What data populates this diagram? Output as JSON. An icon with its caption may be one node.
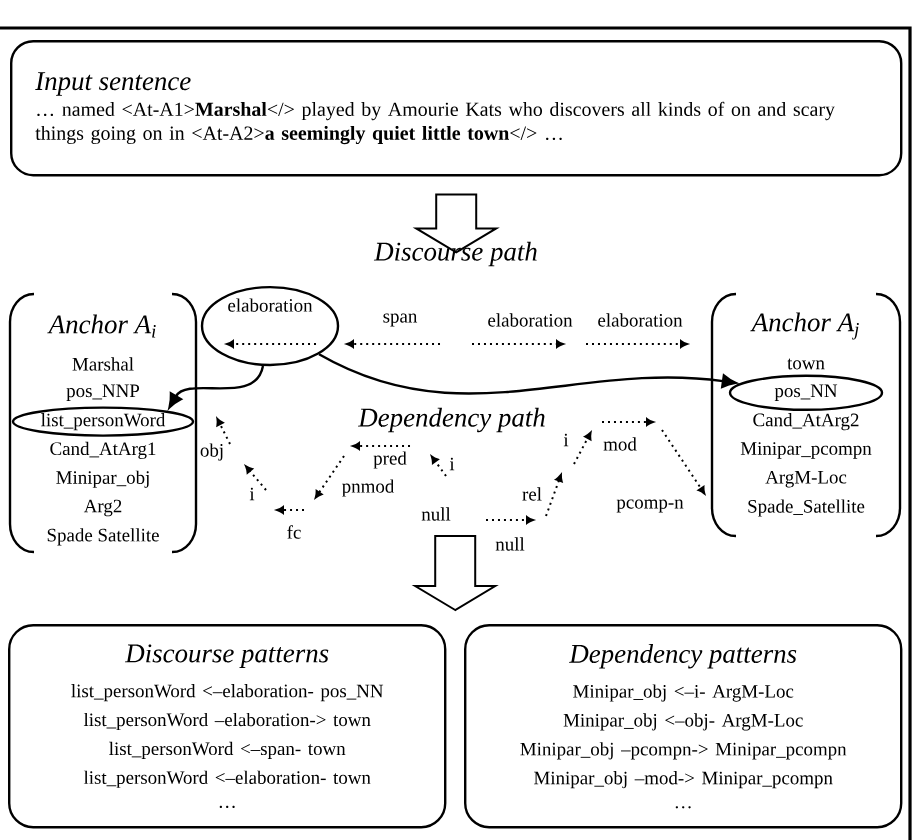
{
  "diagram": {
    "nodes": [
      {
        "text": [
          "Input sentence",
          "… named <At-A1>**Marshal**</> played by Amourie Kats who discovers all kinds of on and scary things going on in <At-A2>**a seemingly quiet little town**</> …"
        ]
      },
      {
        "text": [
          "Anchor A$_{i}$",
          "Marshal",
          "pos_NNP",
          "Cand_AtArg1",
          "Minipar_obj",
          "Arg2",
          "Spade Satellite"
        ]
      },
      {
        "text": [
          "list_personWord"
        ],
        "in": 1
      },
      {
        "text": [
          "elaboration"
        ]
      },
      {
        "text": [
          "Anchor A$_{j}$",
          "town",
          "Cand_AtArg2",
          "Minipar_pcompn",
          "ArgM-Loc",
          "Spade_Satellite"
        ]
      },
      {
        "text": [
          "pos_NN"
        ],
        "in": 4
      },
      {
        "text": [
          "Discourse patterns",
          "list_personWord <–elaboration- pos_NN",
          "list_personWord –elaboration-> town",
          "list_personWord <–span- town",
          "list_personWord <–elaboration- town",
          "…"
        ]
      },
      {
        "text": [
          "Dependency patterns",
          "Minipar_obj <–i- ArgM-Loc",
          "Minipar_obj <–obj- ArgM-Loc",
          "Minipar_obj –pcompn-> Minipar_pcompn",
          "Minipar_obj –mod-> Minipar_pcompn",
          "…"
        ]
      }
    ],
    "edges": [
      {
        "from": 3,
        "to": 2,
        "arrow": "to"
      },
      {
        "from": 3,
        "to": 5,
        "arrow": "to"
      },
      {
        "from": 0,
        "to": null,
        "arrow": "to"
      },
      {
        "from": null,
        "to": 6,
        "arrow": "to"
      },
      {
        "from": null,
        "to": 7,
        "arrow": "to"
      }
    ],
    "labels": [
      "Discourse path",
      "span",
      "elaboration",
      "elaboration",
      "Dependency path",
      "obj",
      "i",
      "fc",
      "pnmod",
      "pred",
      "i",
      "null",
      "null",
      "rel",
      "i",
      "mod",
      "pcomp-n"
    ]
  }
}
